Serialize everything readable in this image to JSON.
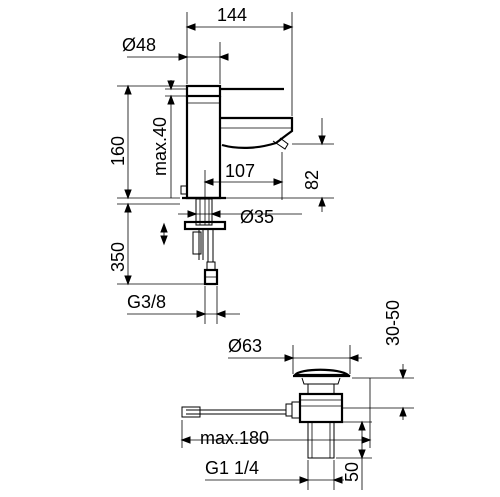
{
  "drawing": {
    "faucet": {
      "width_total": "144",
      "diameter_body": "Ø48",
      "height_total": "160",
      "max_lever": "max.40",
      "spout_reach": "107",
      "spout_height": "82",
      "diameter_shank": "Ø35",
      "hose_length": "350",
      "thread_connection": "G3/8"
    },
    "waste": {
      "diameter_plug": "Ø63",
      "height_range": "30-50",
      "max_reach": "max.180",
      "thread_connection": "G1 1/4",
      "length": "50"
    }
  }
}
